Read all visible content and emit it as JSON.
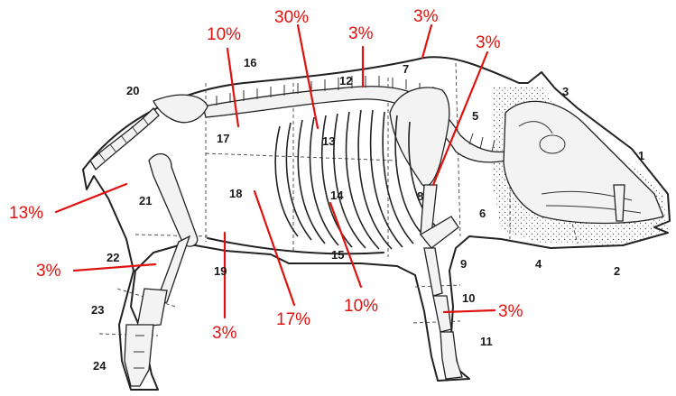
{
  "region_numbers": [
    "1",
    "2",
    "3",
    "4",
    "5",
    "6",
    "7",
    "8",
    "9",
    "10",
    "11",
    "12",
    "13",
    "14",
    "15",
    "16",
    "17",
    "18",
    "19",
    "20",
    "21",
    "22",
    "23",
    "24"
  ],
  "percent_labels": [
    "10%",
    "30%",
    "3%",
    "3%",
    "3%",
    "13%",
    "3%",
    "17%",
    "10%",
    "3%",
    "3%"
  ],
  "colors": {
    "annotation": "#e0120f",
    "drawing": "#222222",
    "background": "#ffffff"
  }
}
